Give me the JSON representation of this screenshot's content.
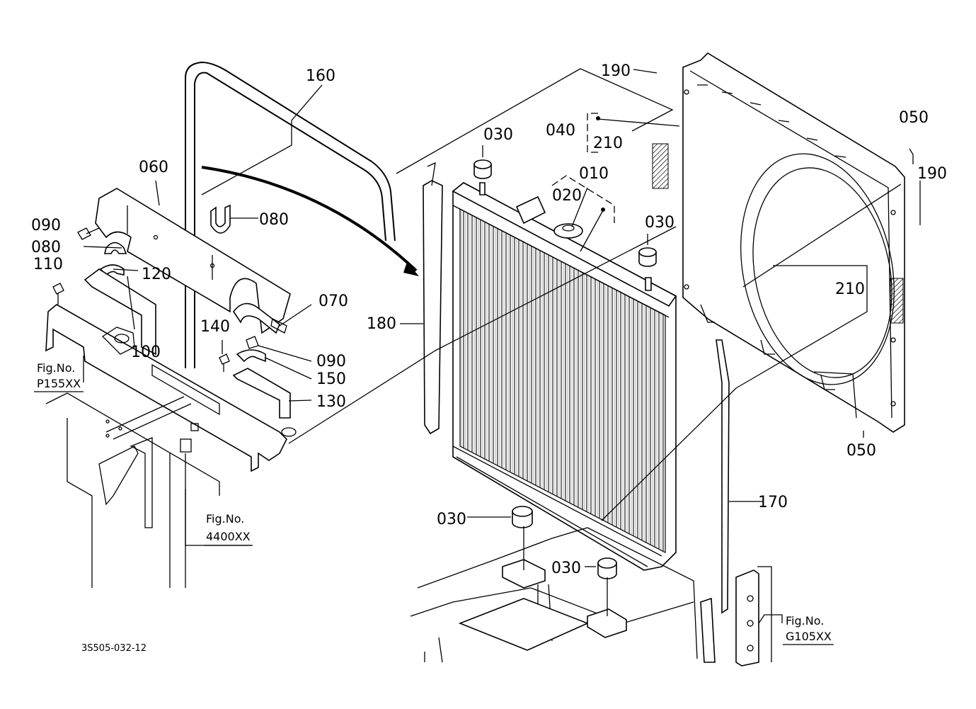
{
  "labels": {
    "l160": "160",
    "l190a": "190",
    "l050a": "050",
    "l040": "040",
    "l210a": "210",
    "l030a": "030",
    "l010": "010",
    "l020": "020",
    "l190b": "190",
    "l060": "060",
    "l090a": "090",
    "l080a": "080",
    "l080b": "080",
    "l110": "110",
    "l120": "120",
    "l030b": "030",
    "l210b": "210",
    "l070": "070",
    "l180": "180",
    "l140": "140",
    "l090b": "090",
    "l150": "150",
    "l100": "100",
    "l130": "130",
    "l050b": "050",
    "l170": "170",
    "l030c": "030",
    "l030d": "030"
  },
  "figrefs": {
    "p155": {
      "label": "Fig.No.",
      "code": "P155XX"
    },
    "r4400": {
      "label": "Fig.No.",
      "code": "4400XX"
    },
    "g105": {
      "label": "Fig.No.",
      "code": "G105XX"
    }
  },
  "drawing_code": "3S505-032-12"
}
